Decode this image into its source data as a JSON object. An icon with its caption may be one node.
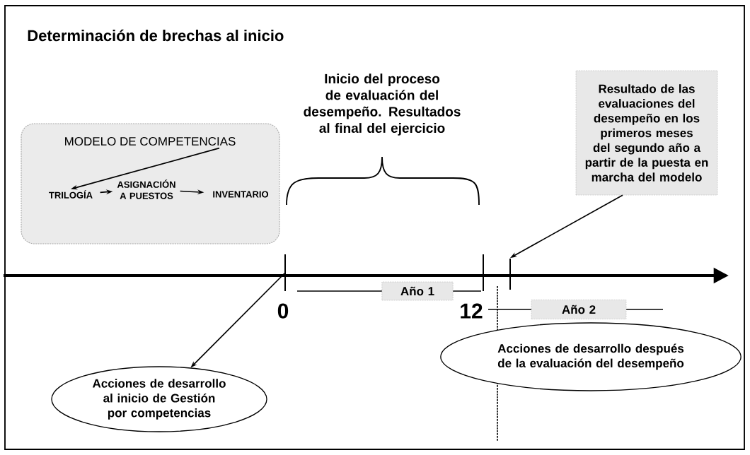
{
  "diagram": {
    "title": "Determinación de brechas al inicio",
    "nodes": [
      {
        "text": [
          "MODELO DE COMPETENCIAS"
        ]
      },
      {
        "text": [
          "TRILOGÍA"
        ],
        "in": 0
      },
      {
        "text": [
          "ASIGNACIÓN A PUESTOS"
        ],
        "in": 0
      },
      {
        "text": [
          "INVENTARIO"
        ],
        "in": 0
      },
      {
        "text": [
          "Resultado de las evaluaciones del desempeño en los primeros meses del segundo año a partir de la puesta en marcha del modelo"
        ]
      },
      {
        "text": [],
        "shape": "bar"
      },
      {
        "text": [],
        "shape": "bar"
      },
      {
        "text": [
          "Año 1"
        ]
      },
      {
        "text": [
          "Año 2"
        ]
      },
      {
        "text": [
          "Acciones de desarrollo al inicio de Gestión por competencias"
        ]
      },
      {
        "text": [
          "Acciones de desarrollo después de la evaluación del desempeño"
        ]
      }
    ],
    "edges": [
      {
        "from": 0,
        "to": 1,
        "arrow": "to"
      },
      {
        "from": 1,
        "to": 2,
        "arrow": "to"
      },
      {
        "from": 2,
        "to": 3,
        "arrow": "to"
      },
      {
        "from": 4,
        "to": 6,
        "arrow": "to"
      },
      {
        "from": 5,
        "to": 9,
        "arrow": "to"
      }
    ],
    "labels": [
      "Inicio del proceso de evaluación del desempeño. Resultados al final del ejercicio",
      "0",
      "12"
    ]
  }
}
